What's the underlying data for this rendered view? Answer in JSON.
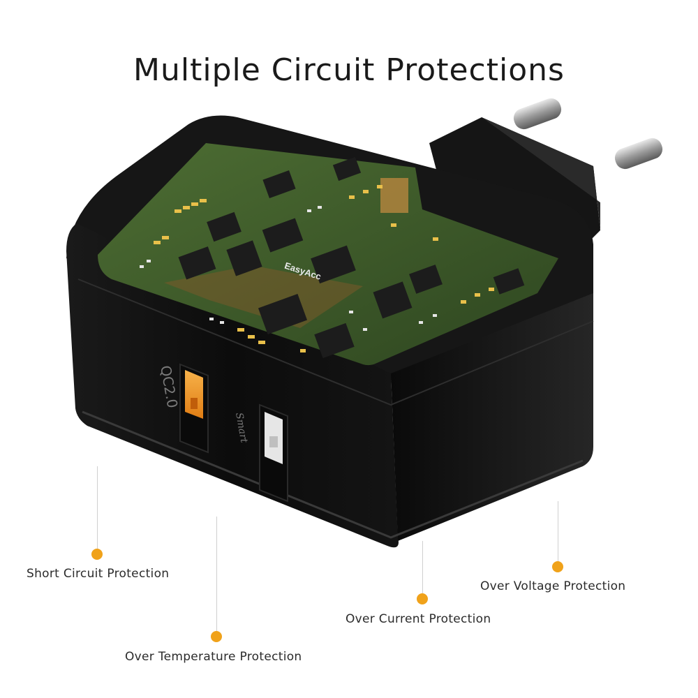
{
  "title": "Multiple Circuit Protections",
  "product": {
    "brand_text": "EasyAcc",
    "port_qc_label": "QC2.0",
    "port_smart_label": "Smart"
  },
  "colors": {
    "accent_dot": "#f0a21a",
    "charger_body": "#111111",
    "pcb_green": "#3d5a2a",
    "qc_port": "#f39a2a"
  },
  "protections": [
    {
      "label": "Short Circuit Protection"
    },
    {
      "label": "Over Temperature Protection"
    },
    {
      "label": "Over Current Protection"
    },
    {
      "label": "Over Voltage Protection"
    }
  ]
}
